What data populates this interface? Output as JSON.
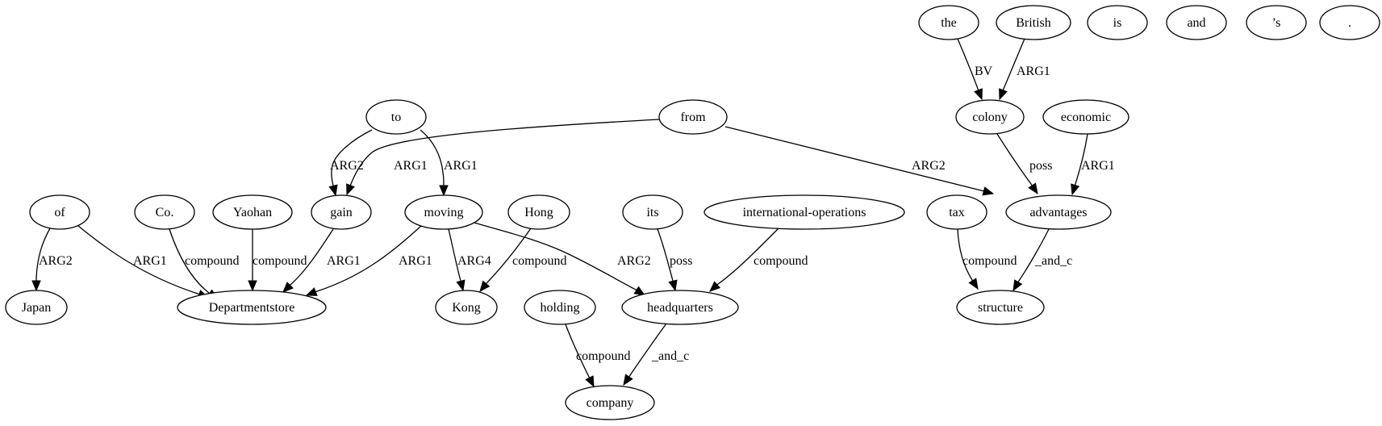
{
  "nodes": [
    {
      "id": "the",
      "label": "the"
    },
    {
      "id": "british",
      "label": "British"
    },
    {
      "id": "is",
      "label": "is"
    },
    {
      "id": "and",
      "label": "and"
    },
    {
      "id": "s",
      "label": "’s"
    },
    {
      "id": "dot",
      "label": "."
    },
    {
      "id": "to",
      "label": "to"
    },
    {
      "id": "from",
      "label": "from"
    },
    {
      "id": "colony",
      "label": "colony"
    },
    {
      "id": "economic",
      "label": "economic"
    },
    {
      "id": "of",
      "label": "of"
    },
    {
      "id": "co",
      "label": "Co."
    },
    {
      "id": "yaohan",
      "label": "Yaohan"
    },
    {
      "id": "gain",
      "label": "gain"
    },
    {
      "id": "moving",
      "label": "moving"
    },
    {
      "id": "hong",
      "label": "Hong"
    },
    {
      "id": "its",
      "label": "its"
    },
    {
      "id": "intlops",
      "label": "international-operations"
    },
    {
      "id": "tax",
      "label": "tax"
    },
    {
      "id": "advantages",
      "label": "advantages"
    },
    {
      "id": "japan",
      "label": "Japan"
    },
    {
      "id": "deptstore",
      "label": "Departmentstore"
    },
    {
      "id": "kong",
      "label": "Kong"
    },
    {
      "id": "holding",
      "label": "holding"
    },
    {
      "id": "headquarters",
      "label": "headquarters"
    },
    {
      "id": "structure",
      "label": "structure"
    },
    {
      "id": "company",
      "label": "company"
    }
  ],
  "edges": [
    {
      "id": "the-colony",
      "label": "BV"
    },
    {
      "id": "british-colony",
      "label": "ARG1"
    },
    {
      "id": "colony-advantages",
      "label": "poss"
    },
    {
      "id": "economic-advantages",
      "label": "ARG1"
    },
    {
      "id": "from-gain",
      "label": "ARG1"
    },
    {
      "id": "from-advantages",
      "label": "ARG2"
    },
    {
      "id": "to-gain",
      "label": "ARG2"
    },
    {
      "id": "to-moving",
      "label": "ARG1"
    },
    {
      "id": "of-japan",
      "label": "ARG2"
    },
    {
      "id": "of-deptstore",
      "label": "ARG1"
    },
    {
      "id": "co-deptstore",
      "label": "compound"
    },
    {
      "id": "yaohan-deptstore",
      "label": "compound"
    },
    {
      "id": "gain-deptstore",
      "label": "ARG1"
    },
    {
      "id": "moving-deptstore",
      "label": "ARG1"
    },
    {
      "id": "moving-kong",
      "label": "ARG4"
    },
    {
      "id": "moving-headquarters",
      "label": "ARG2"
    },
    {
      "id": "hong-kong",
      "label": "compound"
    },
    {
      "id": "its-headquarters",
      "label": "poss"
    },
    {
      "id": "intlops-headquarters",
      "label": "compound"
    },
    {
      "id": "tax-structure",
      "label": "compound"
    },
    {
      "id": "advantages-structure",
      "label": "_and_c"
    },
    {
      "id": "holding-company",
      "label": "compound"
    },
    {
      "id": "headquarters-company",
      "label": "_and_c"
    }
  ]
}
